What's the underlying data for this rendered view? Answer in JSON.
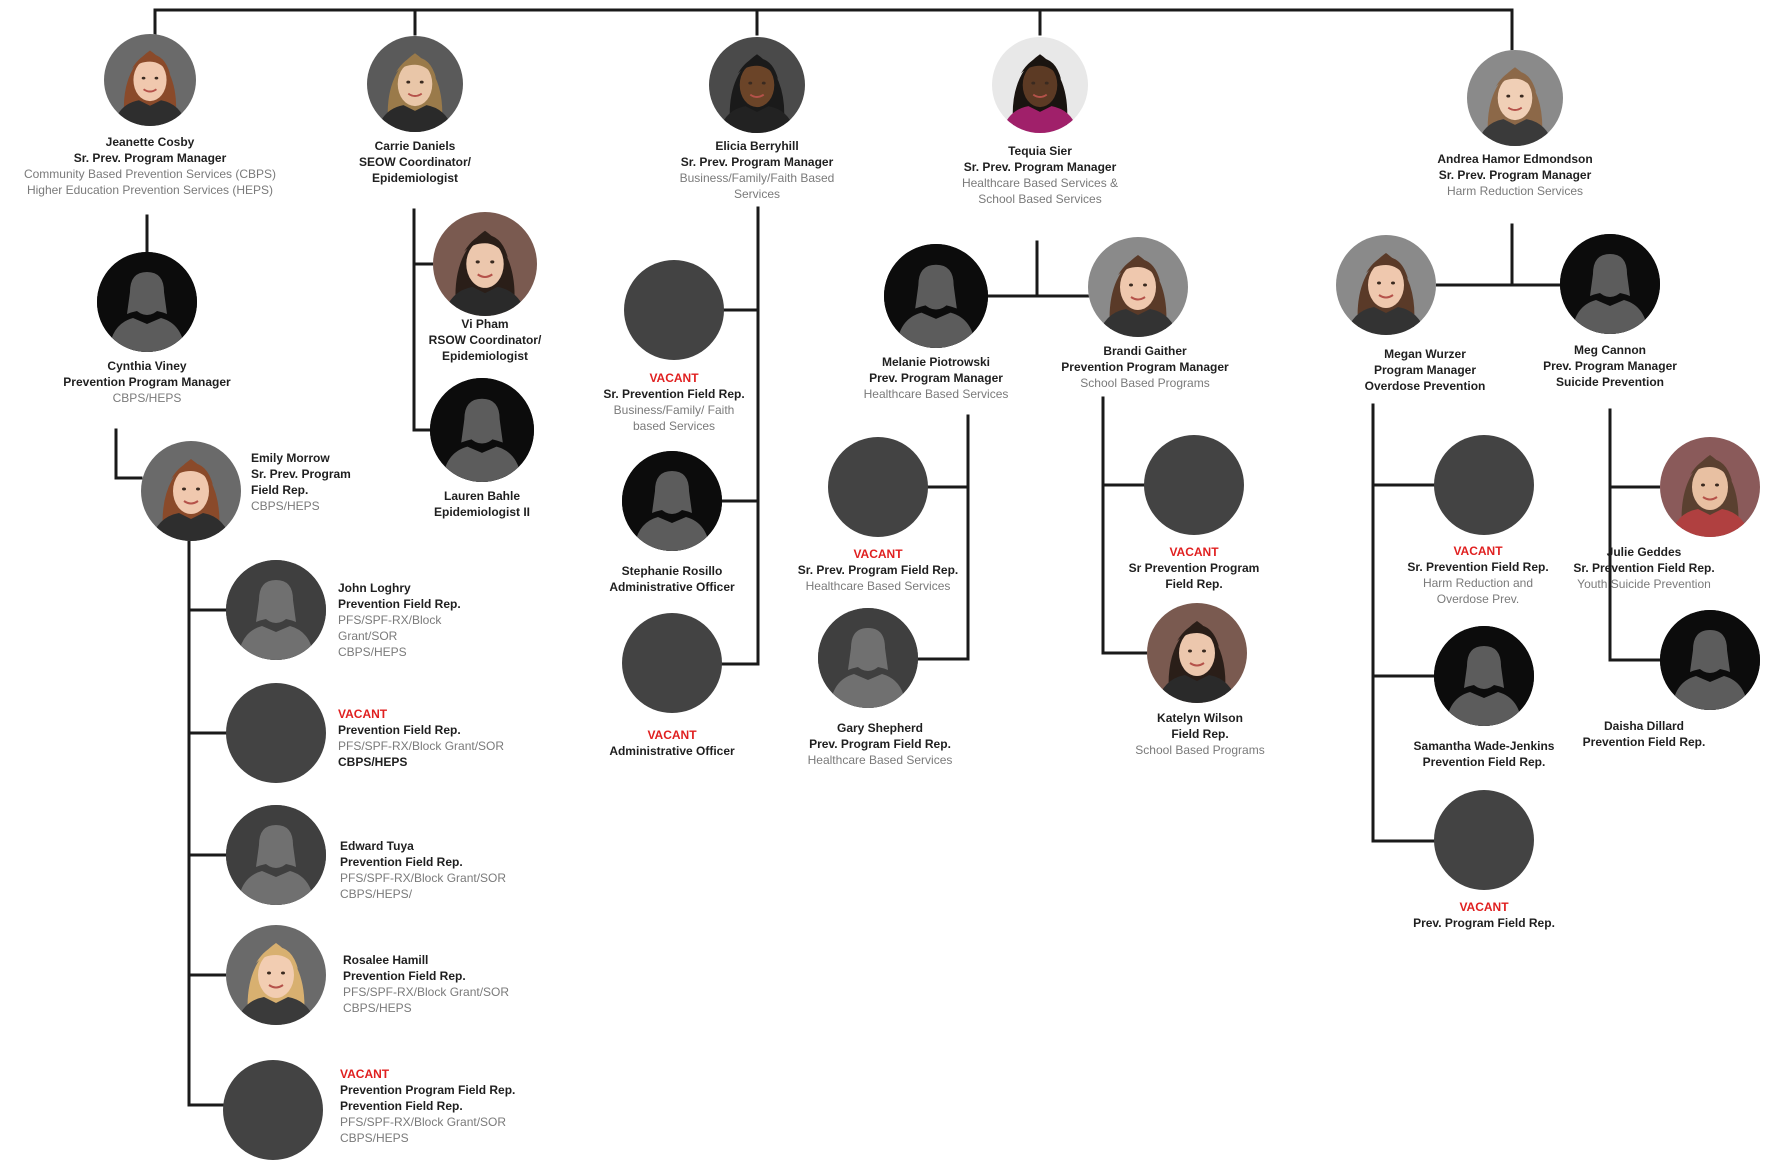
{
  "colors": {
    "line": "#1a1a1a",
    "vacant_text": "#e02020",
    "vacant_fill": "#434343",
    "silhouette_fill": "#0c0c0c"
  },
  "people": [
    {
      "id": "jcosby",
      "avatar": "photo-auburn",
      "lines": [
        {
          "t": "Jeanette Cosby",
          "s": "b"
        },
        {
          "t": "Sr. Prev. Program Manager",
          "s": "b"
        },
        {
          "t": "Community Based Prevention Services (CBPS)",
          "s": "n"
        },
        {
          "t": "Higher Education Prevention Services (HEPS)",
          "s": "n"
        }
      ]
    },
    {
      "id": "cdaniels",
      "avatar": "photo-curly",
      "lines": [
        {
          "t": "Carrie Daniels",
          "s": "b"
        },
        {
          "t": "SEOW Coordinator/",
          "s": "b"
        },
        {
          "t": "Epidemiologist",
          "s": "b"
        }
      ]
    },
    {
      "id": "eberryhill",
      "avatar": "photo-dark",
      "lines": [
        {
          "t": "Elicia Berryhill",
          "s": "b"
        },
        {
          "t": "Sr. Prev. Program Manager",
          "s": "b"
        },
        {
          "t": "Business/Family/Faith Based",
          "s": "n"
        },
        {
          "t": "Services",
          "s": "n"
        }
      ]
    },
    {
      "id": "tsier",
      "avatar": "photo-dark-magenta",
      "lines": [
        {
          "t": "Tequia Sier",
          "s": "b"
        },
        {
          "t": "Sr. Prev. Program Manager",
          "s": "b"
        },
        {
          "t": "Healthcare Based Services &",
          "s": "n"
        },
        {
          "t": "School Based Services",
          "s": "n"
        }
      ]
    },
    {
      "id": "aedmondson",
      "avatar": "photo-light",
      "lines": [
        {
          "t": "Andrea Hamor Edmondson",
          "s": "b"
        },
        {
          "t": "Sr. Prev. Program Manager",
          "s": "b"
        },
        {
          "t": "Harm Reduction Services",
          "s": "n"
        }
      ]
    },
    {
      "id": "cviney",
      "avatar": "silhouette",
      "lines": [
        {
          "t": "Cynthia Viney",
          "s": "b"
        },
        {
          "t": "Prevention Program Manager",
          "s": "b"
        },
        {
          "t": "CBPS/HEPS",
          "s": "n"
        }
      ]
    },
    {
      "id": "emorrow",
      "avatar": "photo-auburn",
      "lines": [
        {
          "t": "Emily Morrow",
          "s": "b"
        },
        {
          "t": "Sr. Prev. Program",
          "s": "b"
        },
        {
          "t": "Field Rep.",
          "s": "b"
        },
        {
          "t": "CBPS/HEPS",
          "s": "n"
        }
      ]
    },
    {
      "id": "jloghry",
      "avatar": "silhouette-grey",
      "lines": [
        {
          "t": "John Loghry",
          "s": "b"
        },
        {
          "t": "Prevention Field Rep.",
          "s": "b"
        },
        {
          "t": "PFS/SPF-RX/Block",
          "s": "n"
        },
        {
          "t": "Grant/SOR",
          "s": "n"
        },
        {
          "t": "CBPS/HEPS",
          "s": "n"
        }
      ]
    },
    {
      "id": "vac1",
      "avatar": "vacant",
      "lines": [
        {
          "t": "VACANT",
          "s": "v"
        },
        {
          "t": "Prevention Field Rep.",
          "s": "b"
        },
        {
          "t": "PFS/SPF-RX/Block Grant/SOR",
          "s": "n"
        },
        {
          "t": "CBPS/HEPS",
          "s": "b"
        }
      ]
    },
    {
      "id": "etuya",
      "avatar": "silhouette-grey",
      "lines": [
        {
          "t": "Edward Tuya",
          "s": "b"
        },
        {
          "t": "Prevention Field Rep.",
          "s": "b"
        },
        {
          "t": "PFS/SPF-RX/Block Grant/SOR",
          "s": "n"
        },
        {
          "t": "CBPS/HEPS/",
          "s": "n"
        }
      ]
    },
    {
      "id": "rhamill",
      "avatar": "photo-blonde",
      "lines": [
        {
          "t": "Rosalee Hamill",
          "s": "b"
        },
        {
          "t": "Prevention Field Rep.",
          "s": "b"
        },
        {
          "t": "PFS/SPF-RX/Block Grant/SOR",
          "s": "n"
        },
        {
          "t": "CBPS/HEPS",
          "s": "n"
        }
      ]
    },
    {
      "id": "vac2",
      "avatar": "vacant",
      "lines": [
        {
          "t": "VACANT",
          "s": "v"
        },
        {
          "t": "Prevention Program Field Rep.",
          "s": "b"
        },
        {
          "t": "Prevention Field Rep.",
          "s": "b"
        },
        {
          "t": "PFS/SPF-RX/Block Grant/SOR",
          "s": "n"
        },
        {
          "t": "CBPS/HEPS",
          "s": "n"
        }
      ]
    },
    {
      "id": "vpham",
      "avatar": "photo-darkhair",
      "lines": [
        {
          "t": "Vi Pham",
          "s": "b"
        },
        {
          "t": "RSOW Coordinator/",
          "s": "b"
        },
        {
          "t": "Epidemiologist",
          "s": "b"
        }
      ]
    },
    {
      "id": "lbahle",
      "avatar": "silhouette",
      "lines": [
        {
          "t": "Lauren Bahle",
          "s": "b"
        },
        {
          "t": "Epidemiologist II",
          "s": "b"
        }
      ]
    },
    {
      "id": "vac3",
      "avatar": "vacant",
      "lines": [
        {
          "t": "VACANT",
          "s": "v"
        },
        {
          "t": "Sr. Prevention Field Rep.",
          "s": "b"
        },
        {
          "t": "Business/Family/ Faith",
          "s": "n"
        },
        {
          "t": "based Services",
          "s": "n"
        }
      ]
    },
    {
      "id": "srosillo",
      "avatar": "silhouette",
      "lines": [
        {
          "t": "Stephanie Rosillo",
          "s": "b"
        },
        {
          "t": "Administrative Officer",
          "s": "b"
        }
      ]
    },
    {
      "id": "vac4",
      "avatar": "vacant",
      "lines": [
        {
          "t": "VACANT",
          "s": "v"
        },
        {
          "t": "Administrative Officer",
          "s": "b"
        }
      ]
    },
    {
      "id": "mpiotrowski",
      "avatar": "silhouette",
      "lines": [
        {
          "t": "Melanie Piotrowski",
          "s": "b"
        },
        {
          "t": "Prev. Program Manager",
          "s": "b"
        },
        {
          "t": "Healthcare Based Services",
          "s": "n"
        }
      ]
    },
    {
      "id": "bgaither",
      "avatar": "photo-brown",
      "lines": [
        {
          "t": "Brandi Gaither",
          "s": "b"
        },
        {
          "t": "Prevention Program Manager",
          "s": "b"
        },
        {
          "t": "School Based Programs",
          "s": "n"
        }
      ]
    },
    {
      "id": "vac5",
      "avatar": "vacant",
      "lines": [
        {
          "t": "VACANT",
          "s": "v"
        },
        {
          "t": "Sr. Prev. Program Field Rep.",
          "s": "b"
        },
        {
          "t": "Healthcare Based Services",
          "s": "n"
        }
      ]
    },
    {
      "id": "gshepherd",
      "avatar": "silhouette-grey",
      "lines": [
        {
          "t": "Gary Shepherd",
          "s": "b"
        },
        {
          "t": "Prev. Program Field Rep.",
          "s": "b"
        },
        {
          "t": "Healthcare Based Services",
          "s": "n"
        }
      ]
    },
    {
      "id": "vac6",
      "avatar": "vacant",
      "lines": [
        {
          "t": "VACANT",
          "s": "v"
        },
        {
          "t": "Sr Prevention Program",
          "s": "b"
        },
        {
          "t": "Field Rep.",
          "s": "b"
        }
      ]
    },
    {
      "id": "kwilson",
      "avatar": "photo-darkhair",
      "lines": [
        {
          "t": "Katelyn Wilson",
          "s": "b"
        },
        {
          "t": "Field Rep.",
          "s": "b"
        },
        {
          "t": "School Based Programs",
          "s": "n"
        }
      ]
    },
    {
      "id": "mwurzer",
      "avatar": "photo-brown",
      "lines": [
        {
          "t": "Megan Wurzer",
          "s": "b"
        },
        {
          "t": "Program Manager",
          "s": "b"
        },
        {
          "t": "Overdose Prevention",
          "s": "b"
        }
      ]
    },
    {
      "id": "mcannon",
      "avatar": "silhouette",
      "lines": [
        {
          "t": "Meg Cannon",
          "s": "b"
        },
        {
          "t": "Prev. Program Manager",
          "s": "b"
        },
        {
          "t": "Suicide Prevention",
          "s": "b"
        }
      ]
    },
    {
      "id": "vac7",
      "avatar": "vacant",
      "lines": [
        {
          "t": "VACANT",
          "s": "v"
        },
        {
          "t": "Sr. Prevention Field Rep.",
          "s": "b"
        },
        {
          "t": "Harm Reduction and",
          "s": "n"
        },
        {
          "t": "Overdose Prev.",
          "s": "n"
        }
      ]
    },
    {
      "id": "swadejenkins",
      "avatar": "silhouette",
      "lines": [
        {
          "t": "Samantha Wade-Jenkins",
          "s": "b"
        },
        {
          "t": "Prevention Field Rep.",
          "s": "b"
        }
      ]
    },
    {
      "id": "vac8",
      "avatar": "vacant",
      "lines": [
        {
          "t": "VACANT",
          "s": "v"
        },
        {
          "t": "Prev. Program Field Rep.",
          "s": "b"
        }
      ]
    },
    {
      "id": "jgeddes",
      "avatar": "photo-shorthair",
      "lines": [
        {
          "t": "Julie Geddes",
          "s": "b"
        },
        {
          "t": "Sr. Prevention Field Rep.",
          "s": "b"
        },
        {
          "t": "Youth Suicide Prevention",
          "s": "n"
        }
      ]
    },
    {
      "id": "ddillard",
      "avatar": "silhouette",
      "lines": [
        {
          "t": "Daisha Dillard",
          "s": "b"
        },
        {
          "t": "Prevention Field Rep.",
          "s": "b"
        }
      ]
    }
  ]
}
